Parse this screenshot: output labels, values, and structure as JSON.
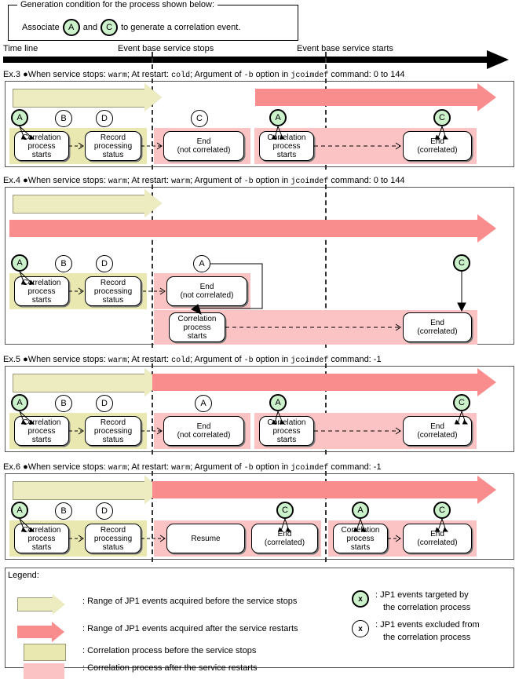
{
  "condition": {
    "title": "Generation condition for the process shown below:",
    "line_prefix": "Associate",
    "event_a": "A",
    "conj": "and",
    "event_c": "C",
    "line_suffix": "to generate a correlation event."
  },
  "timeline": {
    "label": "Time line",
    "stop_marker": "Event base service stops",
    "start_marker": "Event base service starts"
  },
  "labels": {
    "correlation_process_starts": "Correlation\nprocess\nstarts",
    "record_processing_status": "Record\nprocessing\nstatus",
    "end_not_correlated": "End\n(not correlated)",
    "end_correlated": "End\n(correlated)",
    "resume": "Resume"
  },
  "examples": [
    {
      "id": "Ex.3",
      "caption_parts": {
        "prefix": "When service stops:",
        "stop_mode": "warm",
        "mid": "; At restart:",
        "restart_mode": "cold",
        "tail": "; Argument of",
        "option": "-b",
        "tail2": "option in",
        "command": "jcoimdef",
        "tail3": "command: 0 to 144"
      },
      "events": [
        {
          "label": "A",
          "targeted": true
        },
        {
          "label": "B",
          "targeted": false
        },
        {
          "label": "D",
          "targeted": false
        },
        {
          "label": "C",
          "targeted": false
        },
        {
          "label": "A",
          "targeted": true
        },
        {
          "label": "C",
          "targeted": true
        }
      ],
      "boxes": [
        "Correlation process starts",
        "Record processing status",
        "End (not correlated)",
        "Correlation process starts",
        "End (correlated)"
      ]
    },
    {
      "id": "Ex.4",
      "caption_parts": {
        "prefix": "When service stops:",
        "stop_mode": "warm",
        "mid": "; At restart:",
        "restart_mode": "warm",
        "tail": "; Argument of",
        "option": "-b",
        "tail2": "option in",
        "command": "jcoimdef",
        "tail3": "command: 0 to 144"
      },
      "events": [
        {
          "label": "A",
          "targeted": true
        },
        {
          "label": "B",
          "targeted": false
        },
        {
          "label": "D",
          "targeted": false
        },
        {
          "label": "A",
          "targeted": false
        },
        {
          "label": "C",
          "targeted": true
        }
      ],
      "boxes": [
        "Correlation process starts",
        "Record processing status",
        "End (not correlated)",
        "Correlation process starts",
        "End (correlated)"
      ]
    },
    {
      "id": "Ex.5",
      "caption_parts": {
        "prefix": "When service stops:",
        "stop_mode": "warm",
        "mid": "; At restart:",
        "restart_mode": "cold",
        "tail": "; Argument of",
        "option": "-b",
        "tail2": "option in",
        "command": "jcoimdef",
        "tail3": "command: -1"
      },
      "events": [
        {
          "label": "A",
          "targeted": true
        },
        {
          "label": "B",
          "targeted": false
        },
        {
          "label": "D",
          "targeted": false
        },
        {
          "label": "A",
          "targeted": false
        },
        {
          "label": "A",
          "targeted": true
        },
        {
          "label": "C",
          "targeted": true
        }
      ],
      "boxes": [
        "Correlation process starts",
        "Record processing status",
        "End (not correlated)",
        "Correlation process starts",
        "End (correlated)"
      ]
    },
    {
      "id": "Ex.6",
      "caption_parts": {
        "prefix": "When service stops:",
        "stop_mode": "warm",
        "mid": "; At restart:",
        "restart_mode": "warm",
        "tail": "; Argument of",
        "option": "-b",
        "tail2": "option in",
        "command": "jcoimdef",
        "tail3": "command: -1"
      },
      "events": [
        {
          "label": "A",
          "targeted": true
        },
        {
          "label": "B",
          "targeted": false
        },
        {
          "label": "D",
          "targeted": false
        },
        {
          "label": "C",
          "targeted": true
        },
        {
          "label": "A",
          "targeted": true
        },
        {
          "label": "C",
          "targeted": true
        }
      ],
      "boxes": [
        "Correlation process starts",
        "Record processing status",
        "Resume",
        "End (correlated)",
        "Correlation process starts",
        "End (correlated)"
      ]
    }
  ],
  "legend": {
    "title": "Legend:",
    "items": [
      {
        "icon": "yellow-arrow",
        "text": ": Range of JP1 events acquired before the service stops"
      },
      {
        "icon": "pink-arrow",
        "text": ": Range of JP1 events acquired after the service restarts"
      },
      {
        "icon": "yellow-rect",
        "text": ": Correlation process before the service stops"
      },
      {
        "icon": "pink-rect",
        "text": ": Correlation process after the service restarts"
      }
    ],
    "event_items": [
      {
        "icon": "green-circle",
        "glyph": "x",
        "line1": ": JP1 events targeted by",
        "line2": "the correlation process"
      },
      {
        "icon": "white-circle",
        "glyph": "x",
        "line1": ": JP1 events excluded from",
        "line2": "the correlation process"
      }
    ]
  },
  "colors": {
    "yellow_arrow": "#ECECC0",
    "pink_arrow": "#F98C8C",
    "yellow_band": "#E8E8B0",
    "pink_band": "#FBC3C3",
    "green_event": "#CCF2CC",
    "outline": "#000000"
  }
}
